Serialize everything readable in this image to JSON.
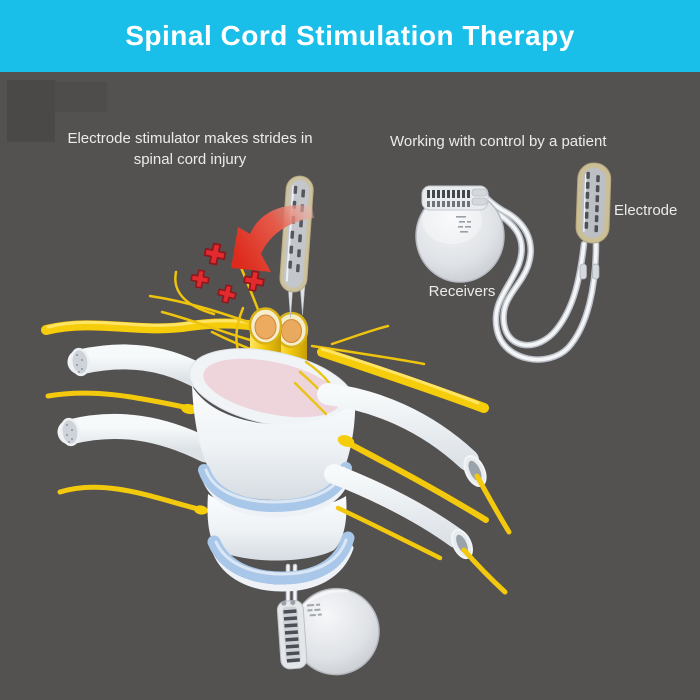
{
  "header": {
    "title": "Spinal Cord Stimulation Therapy"
  },
  "captions": {
    "left_lines": [
      "Electrode stimulator makes strides in",
      "spinal cord injury"
    ],
    "right": "Working with control by a patient"
  },
  "labels": {
    "receivers": "Receivers",
    "electrode": "Electrode"
  },
  "illustration": {
    "plus_marks_count": 4,
    "icons": {
      "stimulation_arrow": "curved-red-arrow-down-left",
      "stimulation_marks": "red-plus-cross"
    }
  },
  "colors": {
    "header_bg": "#19bfe9",
    "page_bg": "#545151",
    "title_text": "#ffffff",
    "caption_text": "#ecebeb",
    "nerve_yellow": "#f6cd0a",
    "cord_core_tan": "#e9a95e",
    "arrow_red": "#dd2a1c",
    "plus_red": "#e32a2e",
    "bone_white": "#f2f5f7",
    "disc_pink": "#eed5dc",
    "ring_blue": "#a9c7e8",
    "device_silver": "#d9dcdf",
    "electrode_beige": "#cbbf97"
  }
}
